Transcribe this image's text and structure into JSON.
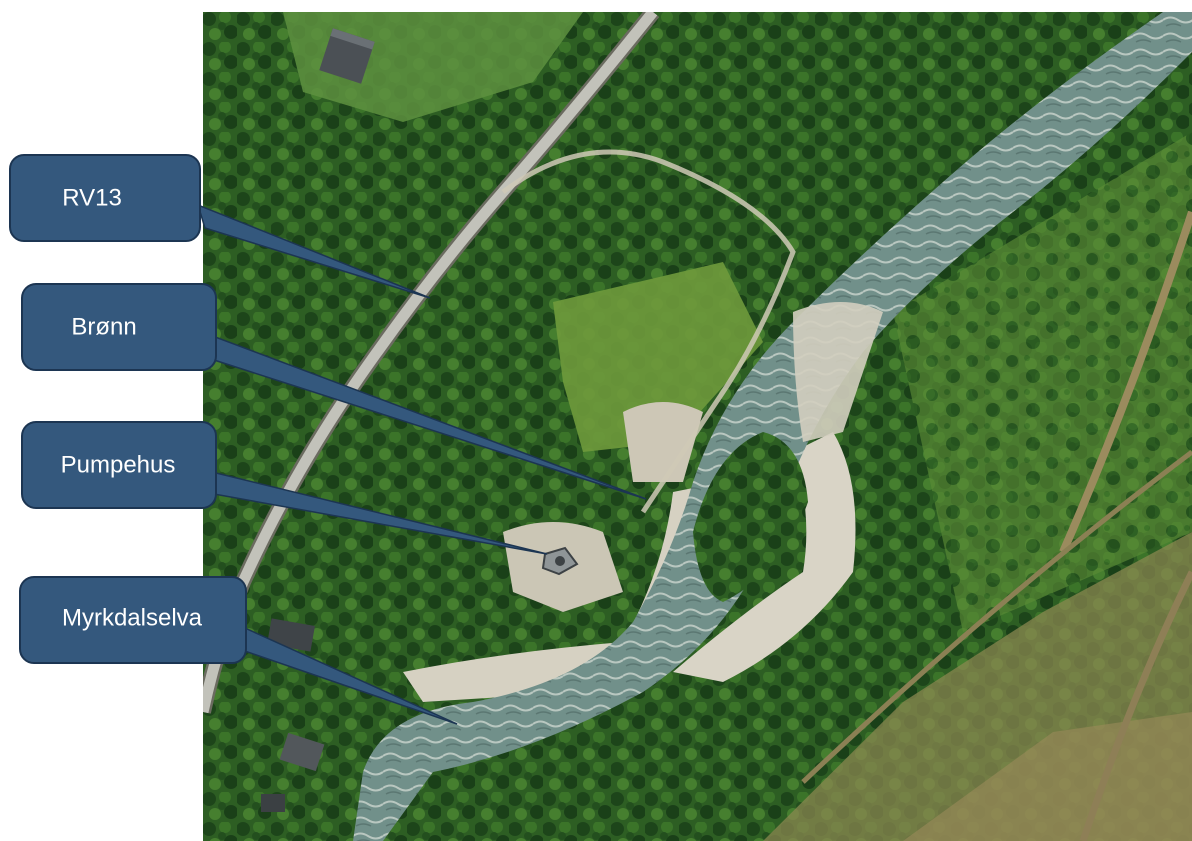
{
  "labels": {
    "road": "RV13",
    "well": "Brønn",
    "pump_house": "Pumpehus",
    "river": "Myrkdalselva"
  },
  "colors": {
    "callout_fill": "#34587d",
    "callout_stroke": "#1c3552",
    "forest_dark": "#1f4a1e",
    "forest_mid": "#3f7a2c",
    "meadow": "#6e9a3e",
    "field_brown": "#8f8a50",
    "road": "#bfbfb8",
    "gravel": "#d6d2c4",
    "river_water": "#6f8a84",
    "river_foam": "#b6c3bd"
  },
  "icons": {
    "pump_house": "pump-house-icon",
    "houses": "house-icon"
  }
}
